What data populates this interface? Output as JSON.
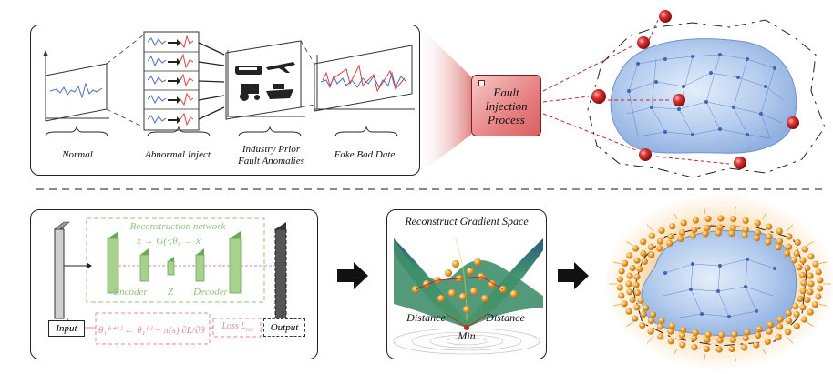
{
  "top_panel": {
    "stages": [
      {
        "label": "Normal"
      },
      {
        "label": "Abnormal Inject"
      },
      {
        "label_line1": "Industry Prior",
        "label_line2": "Fault Anomalies"
      },
      {
        "label": "Fake Bad Date"
      }
    ]
  },
  "fault_box": {
    "line1": "Fault",
    "line2": "Injection",
    "line3": "Process"
  },
  "bottom_left": {
    "network_title": "Reconstruction network",
    "encoder_label": "Encoder",
    "z_label": "Z",
    "decoder_label": "Decoder",
    "input_label": "Input",
    "output_label": "Output",
    "loss_label": "Loss L",
    "loss_sub": "rec"
  },
  "gradient_panel": {
    "title": "Reconstruct Gradient Space",
    "distance_left": "Distance",
    "distance_right": "Distance",
    "min_label": "Min"
  },
  "colors": {
    "fault_red": "#d86060",
    "encoder_green": "#93c47d",
    "loss_pink": "#e08a96",
    "sphere_red": "#c0282a",
    "sphere_orange": "#f0a030",
    "blob_blue": "#a9c4ea"
  }
}
